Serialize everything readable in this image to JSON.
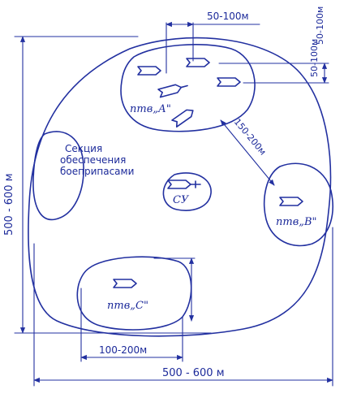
{
  "diagram": {
    "ink_color": "#2230a0",
    "labels": {
      "top_dim": "50-100м",
      "right_top_dim": "50-100м",
      "left_dim": "500 - 600 м",
      "bottom_dim": "500 - 600 м",
      "diag_dim": "150-200м",
      "c_dim": "100-200м",
      "ammo_line1": "Секция",
      "ammo_line2": "обеспечения",
      "ammo_line3": "боеприпасами",
      "center_label": "СУ",
      "platoon_a": "птв„А\"",
      "platoon_b": "птв„В\"",
      "platoon_c": "птв„С\""
    },
    "icons": [
      "vehicle-icon",
      "command-post-icon"
    ]
  }
}
